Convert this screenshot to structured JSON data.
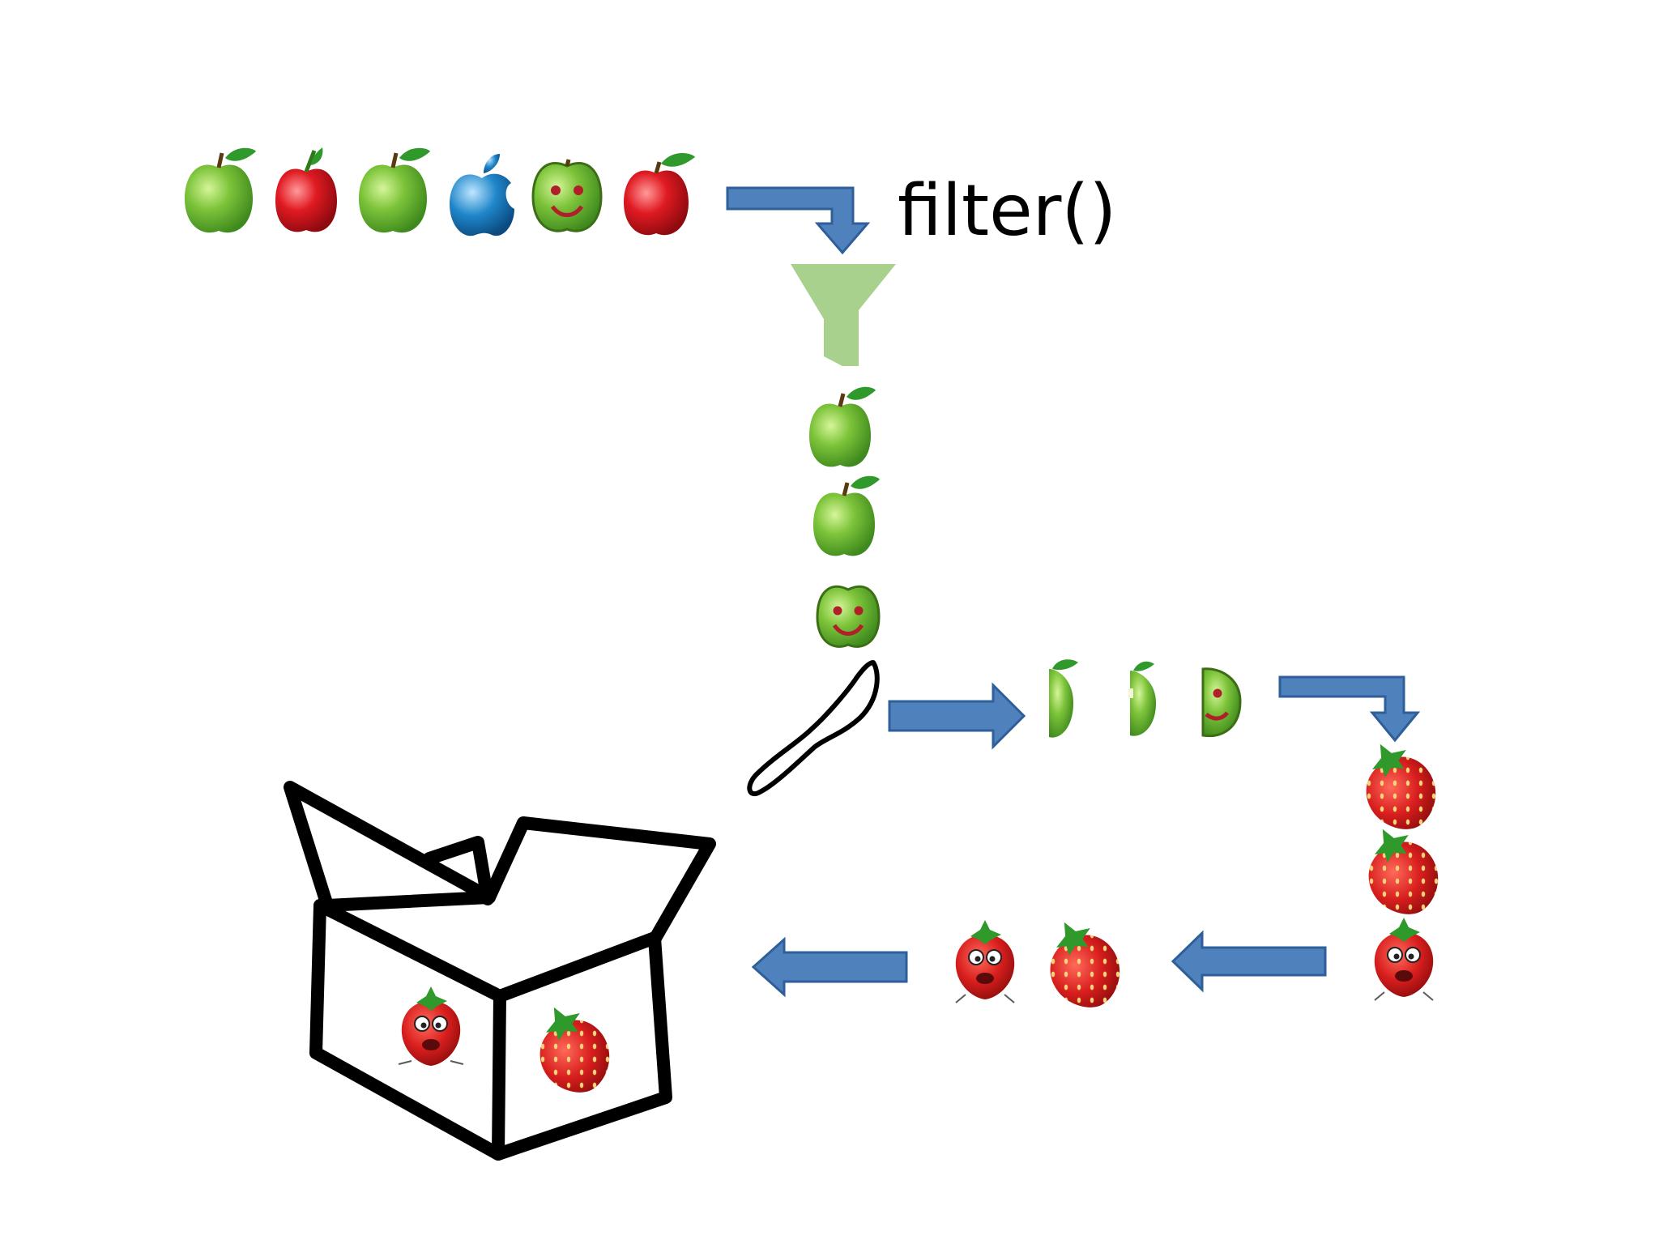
{
  "diagram": {
    "operation_label": "filter()",
    "stages": [
      {
        "name": "input-stream",
        "items": [
          "green-apple-icon",
          "red-apple-icon",
          "green-apple-icon",
          "blue-apple-logo-icon",
          "smiley-apple-icon",
          "red-apple-icon"
        ]
      },
      {
        "name": "filter-funnel",
        "items": [
          "funnel-icon"
        ]
      },
      {
        "name": "filtered-stream",
        "items": [
          "green-apple-icon",
          "green-apple-icon",
          "smiley-apple-icon"
        ]
      },
      {
        "name": "map-knife",
        "items": [
          "knife-icon"
        ]
      },
      {
        "name": "sliced-stream",
        "items": [
          "sliced-green-apple-icon",
          "sliced-green-apple-icon",
          "sliced-smiley-apple-icon"
        ]
      },
      {
        "name": "transformed-stream",
        "items": [
          "strawberry-icon",
          "strawberry-icon",
          "scared-strawberry-icon"
        ]
      },
      {
        "name": "reversed-stream",
        "items": [
          "scared-strawberry-icon",
          "strawberry-icon"
        ]
      },
      {
        "name": "collect-box",
        "items": [
          "box-icon",
          "scared-strawberry-icon",
          "strawberry-icon"
        ]
      }
    ],
    "colors": {
      "arrow_fill": "#4f81bd",
      "arrow_stroke": "#2e5f99",
      "funnel": "#a9d18e",
      "apple_green": "#7dc43a",
      "apple_red": "#d7131b",
      "apple_blue": "#1f86c9",
      "strawberry": "#d81e1e",
      "leaf": "#2f9a2b",
      "outline": "#000000"
    }
  }
}
